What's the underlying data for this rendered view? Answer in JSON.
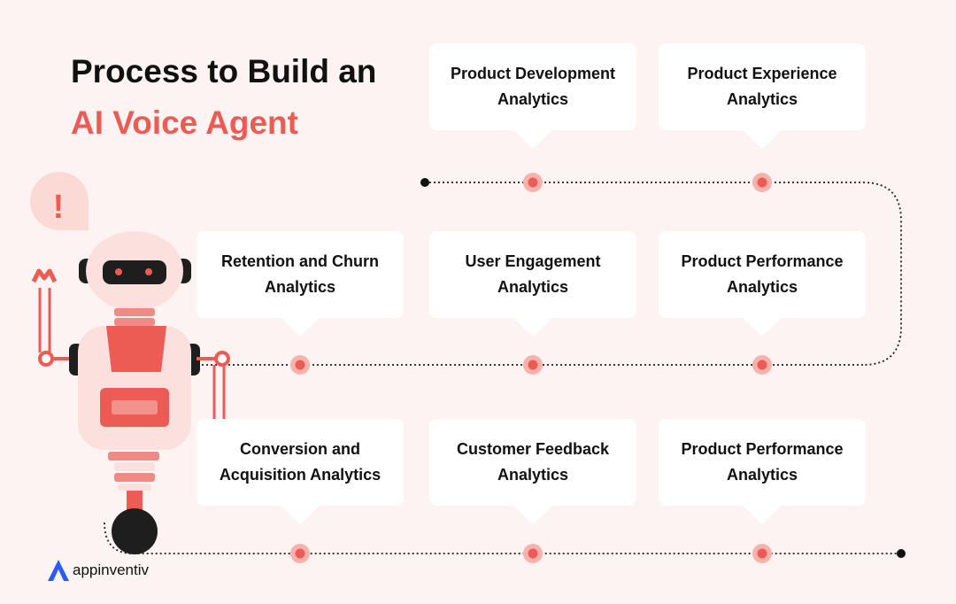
{
  "header": {
    "title_line1": "Process to Build an",
    "title_line2": "AI Voice Agent"
  },
  "colors": {
    "accent": "#ed5b55",
    "text": "#111111",
    "background": "#fdf3f2",
    "card": "#ffffff",
    "node_halo": "#f7b2ae",
    "robot_body": "#fbe0dd",
    "robot_dark": "#1e1e1e"
  },
  "steps": [
    {
      "label": "Product Development Analytics"
    },
    {
      "label": "Product Experience Analytics"
    },
    {
      "label": "Retention and Churn Analytics"
    },
    {
      "label": "User Engagement Analytics"
    },
    {
      "label": "Product Performance Analytics"
    },
    {
      "label": "Conversion and Acquisition Analytics"
    },
    {
      "label": "Customer Feedback Analytics"
    },
    {
      "label": "Product Performance Analytics"
    }
  ],
  "robot": {
    "alert_symbol": "!"
  },
  "logo": {
    "text": "appinventiv",
    "icon": "appinventiv-logo-icon"
  }
}
